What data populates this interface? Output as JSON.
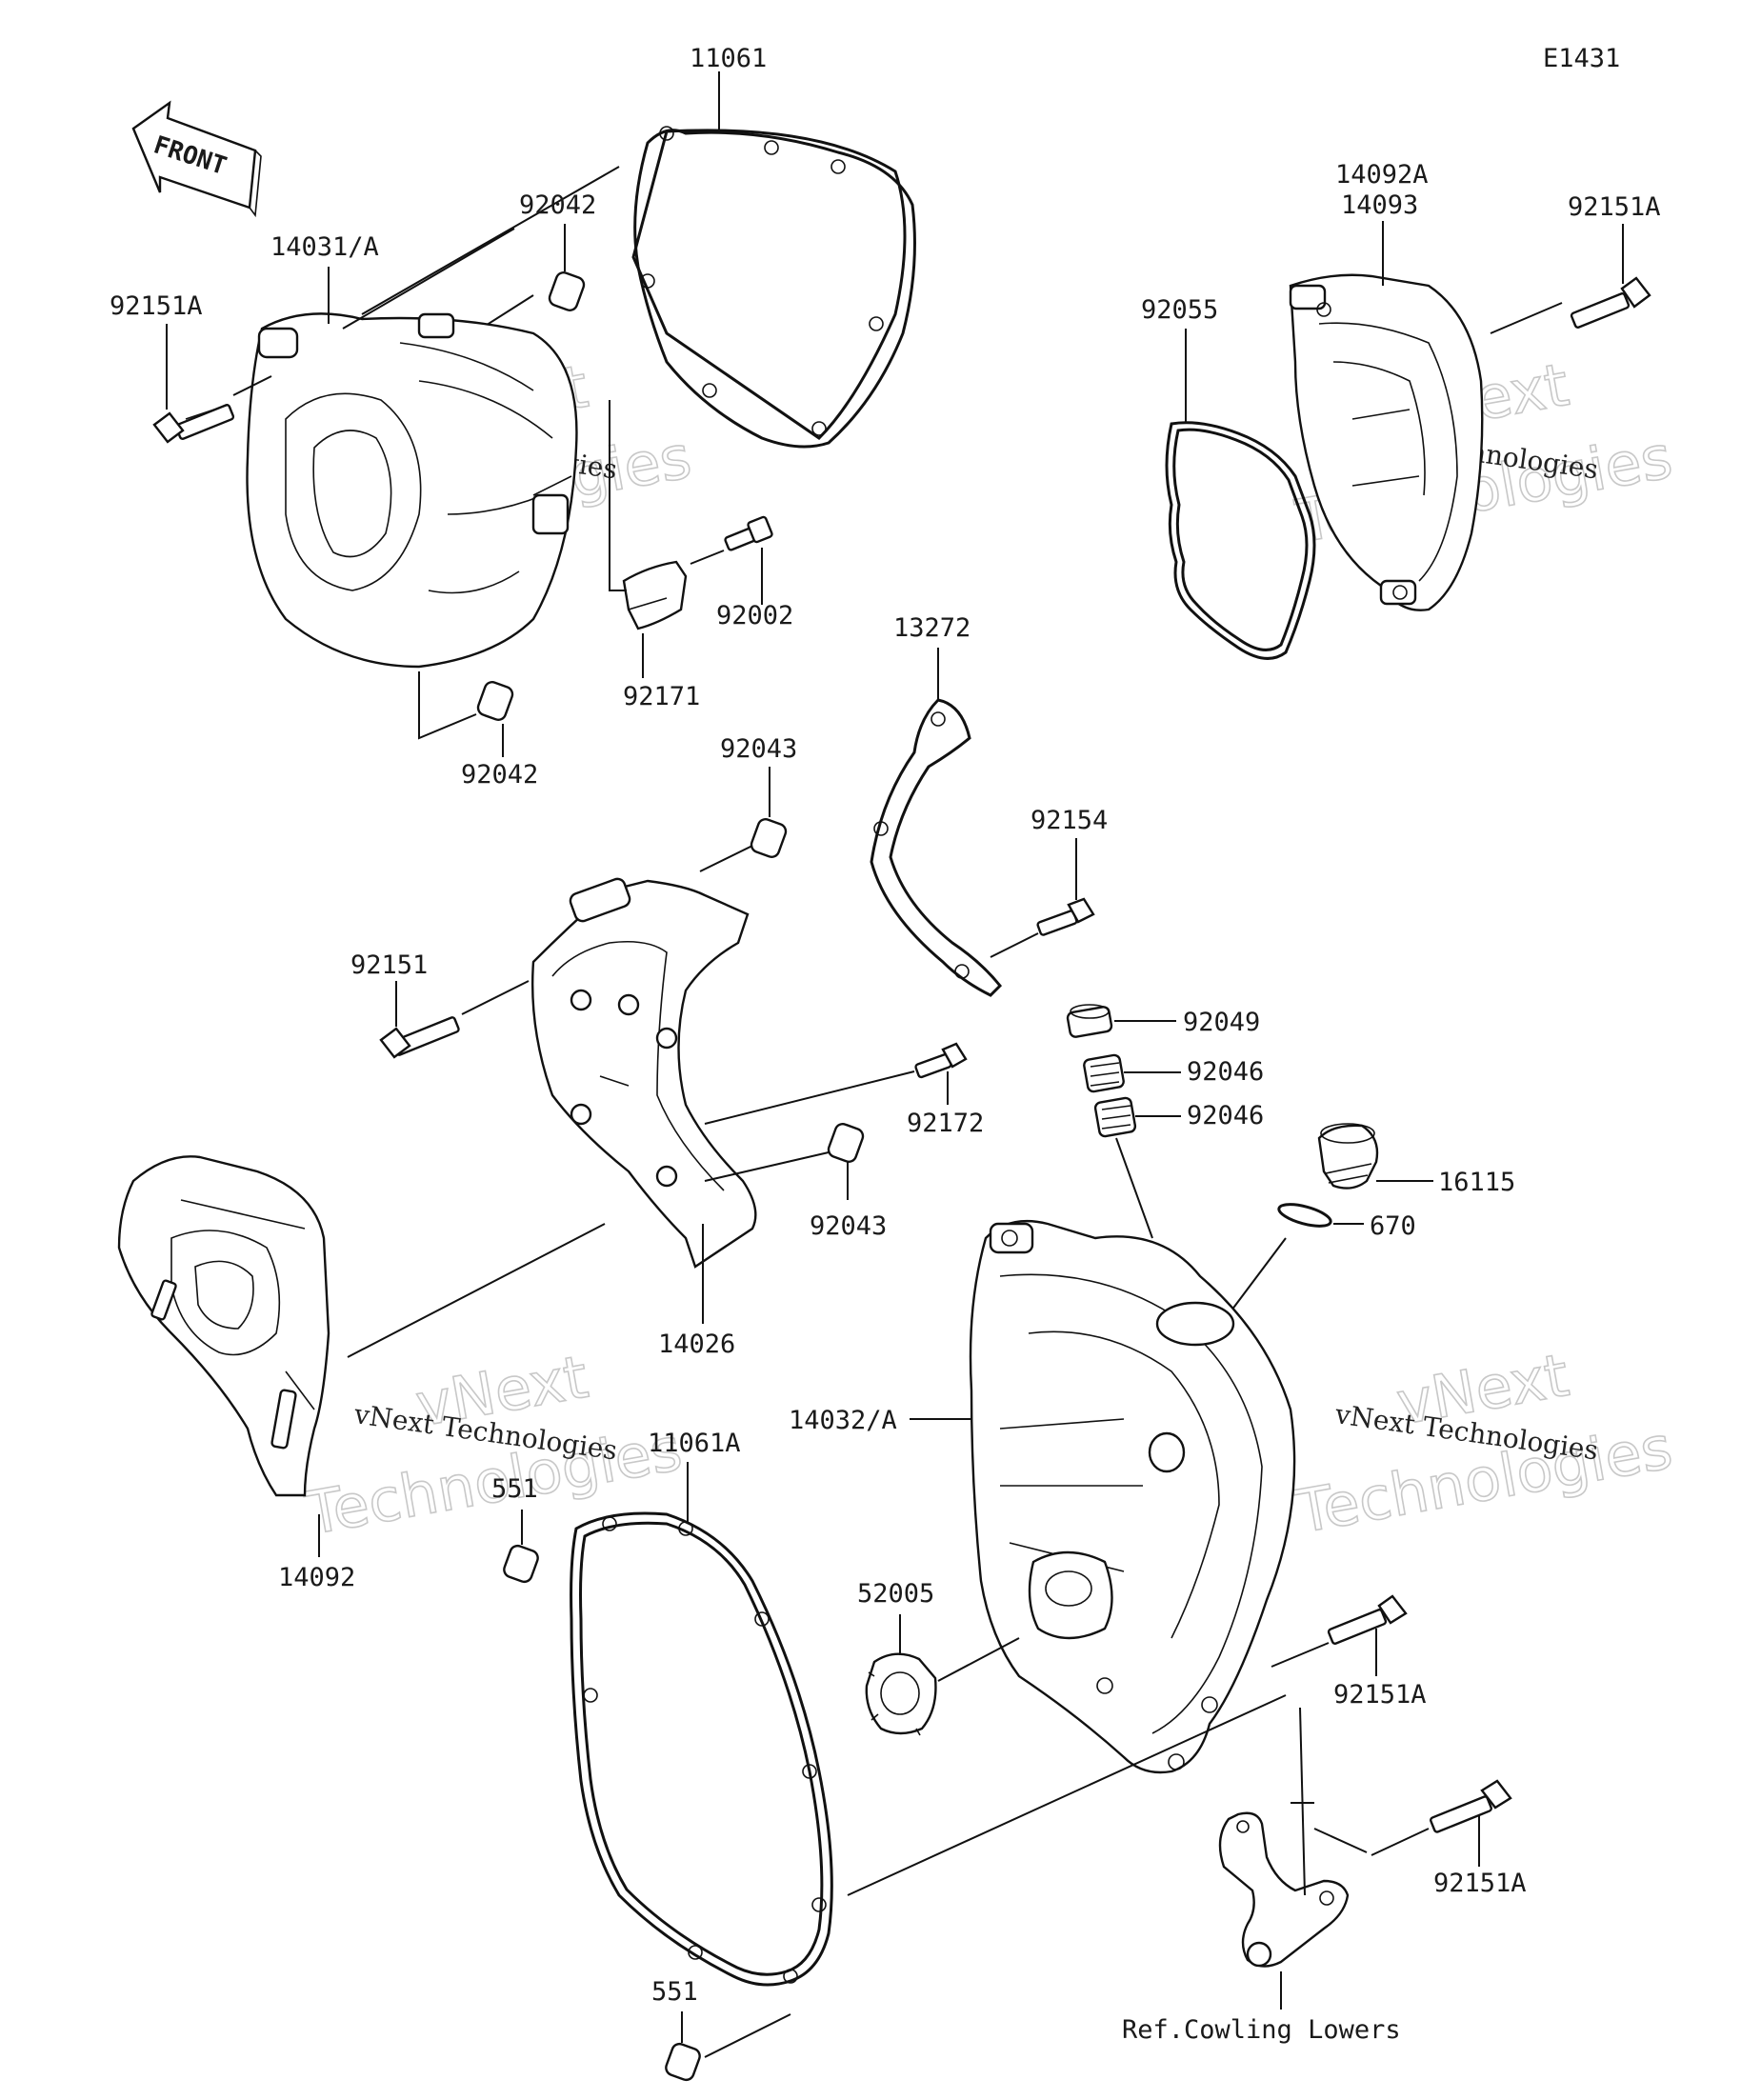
{
  "diagram_code": "E1431",
  "front_label": "FRONT",
  "watermarks": [
    {
      "line1": "vNext",
      "line2": "Technologies",
      "caption": "vNext Technologies"
    },
    {
      "line1": "vNext",
      "line2": "Technologies",
      "caption": "vNext Technologies"
    },
    {
      "line1": "vNext",
      "line2": "Technologies",
      "caption": "vNext Technologies"
    },
    {
      "line1": "vNext",
      "line2": "Technologies",
      "caption": "vNext Technologies"
    }
  ],
  "callouts": {
    "p11061": "11061",
    "p92042_top": "92042",
    "p14031": "14031/A",
    "p92151A_tl": "92151A",
    "p92002": "92002",
    "p92171": "92171",
    "p92042_bot": "92042",
    "p14092A": "14092A",
    "p14093": "14093",
    "p92151A_tr": "92151A",
    "p92055": "92055",
    "p13272": "13272",
    "p92043_top": "92043",
    "p92154": "92154",
    "p92151": "92151",
    "p92049": "92049",
    "p92046_a": "92046",
    "p92046_b": "92046",
    "p92172": "92172",
    "p92043_bot": "92043",
    "p16115": "16115",
    "p670": "670",
    "p14026": "14026",
    "p14032": "14032/A",
    "p14092": "14092",
    "p551_top": "551",
    "p11061A": "11061A",
    "p52005": "52005",
    "p92151A_mr": "92151A",
    "p92151A_br": "92151A",
    "p551_bot": "551",
    "ref_note": "Ref.Cowling Lowers"
  }
}
